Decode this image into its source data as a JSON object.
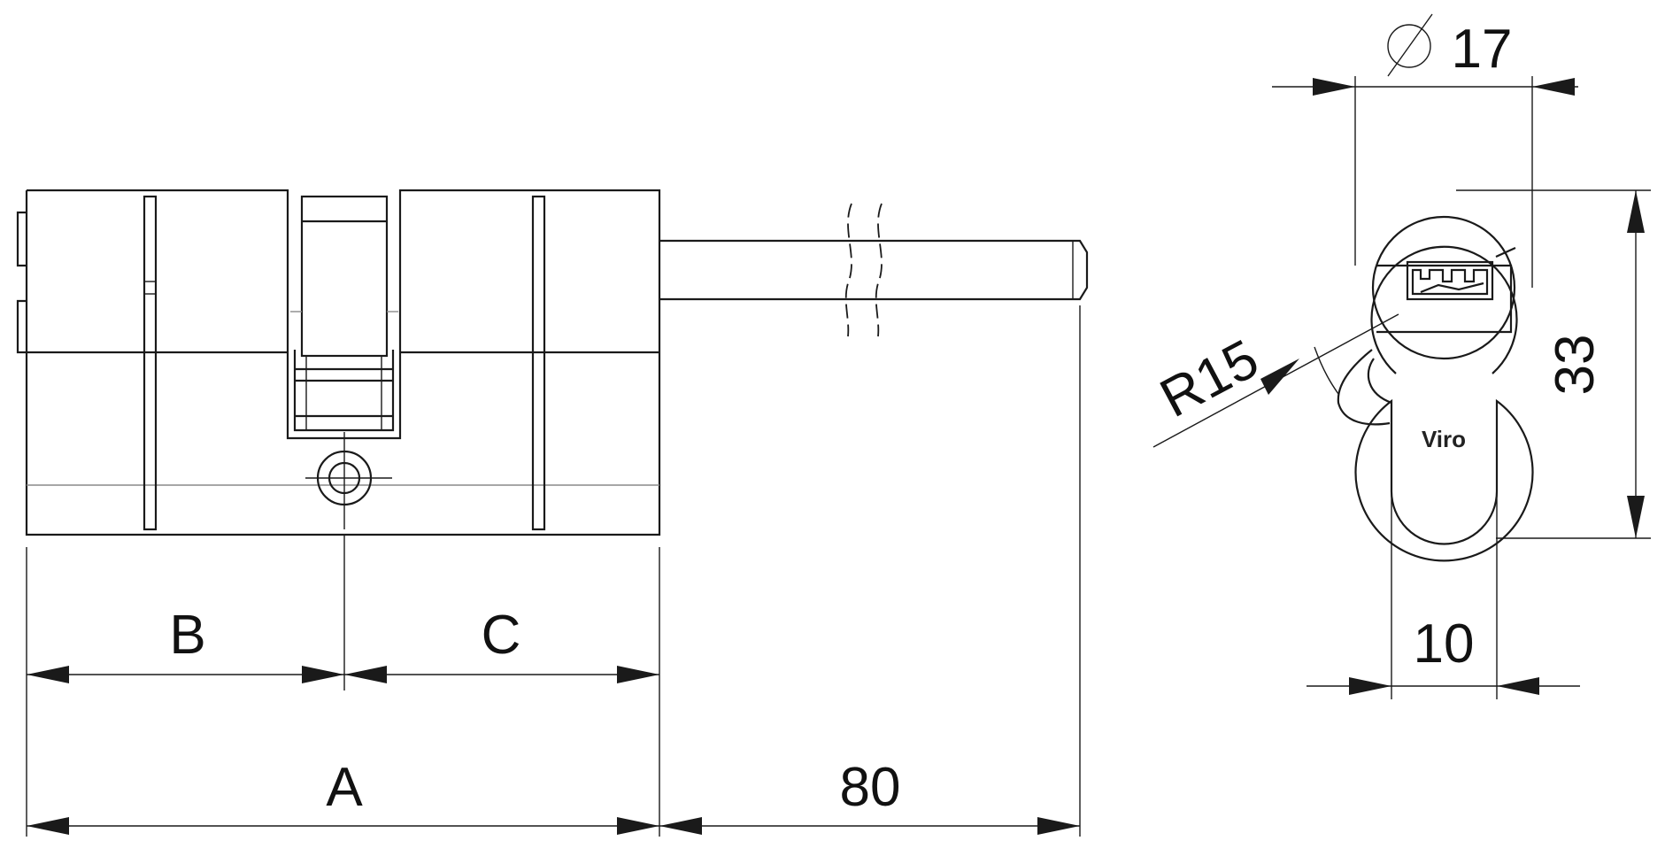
{
  "brand": "Viro",
  "dimensions": {
    "b": "B",
    "c": "C",
    "a": "A",
    "rod_length": "80",
    "diameter_symbol": "⌀",
    "diameter_value": "17",
    "height": "33",
    "width": "10",
    "radius": "R15"
  }
}
